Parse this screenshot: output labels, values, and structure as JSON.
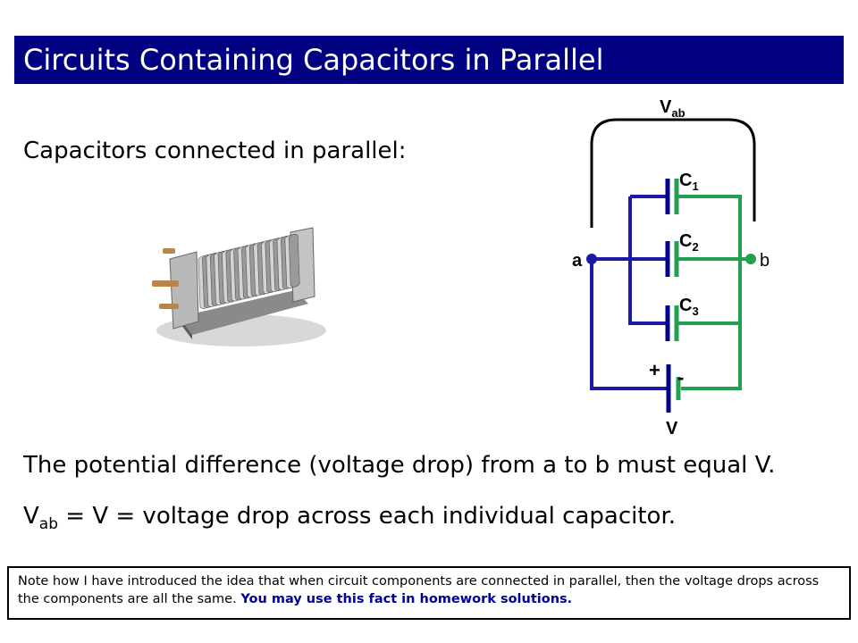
{
  "title": "Circuits Containing Capacitors in Parallel",
  "intro_text": "Capacitors connected in parallel:",
  "circuit": {
    "voltage_label_main": "V",
    "voltage_label_sub": "ab",
    "node_a": "a",
    "node_b": "b",
    "cap1_main": "C",
    "cap1_sub": "1",
    "cap2_main": "C",
    "cap2_sub": "2",
    "cap3_main": "C",
    "cap3_sub": "3",
    "plus": "+",
    "minus": "-",
    "battery_label": "V",
    "colors": {
      "wire_left": "#1a1aa6",
      "wire_right": "#22a050",
      "plate": "#00008b"
    }
  },
  "photo_icon": "variable-air-capacitor",
  "line1": "The potential difference (voltage drop) from a to b must equal V.",
  "line2_main": "V",
  "line2_sub": "ab",
  "line2_rest": " = V = voltage drop across each individual capacitor.",
  "note_text": "Note how I have introduced the idea that when circuit components are connected in parallel, then the voltage drops across the components are all the same. ",
  "note_emphasis": "You may use this fact in homework solutions."
}
